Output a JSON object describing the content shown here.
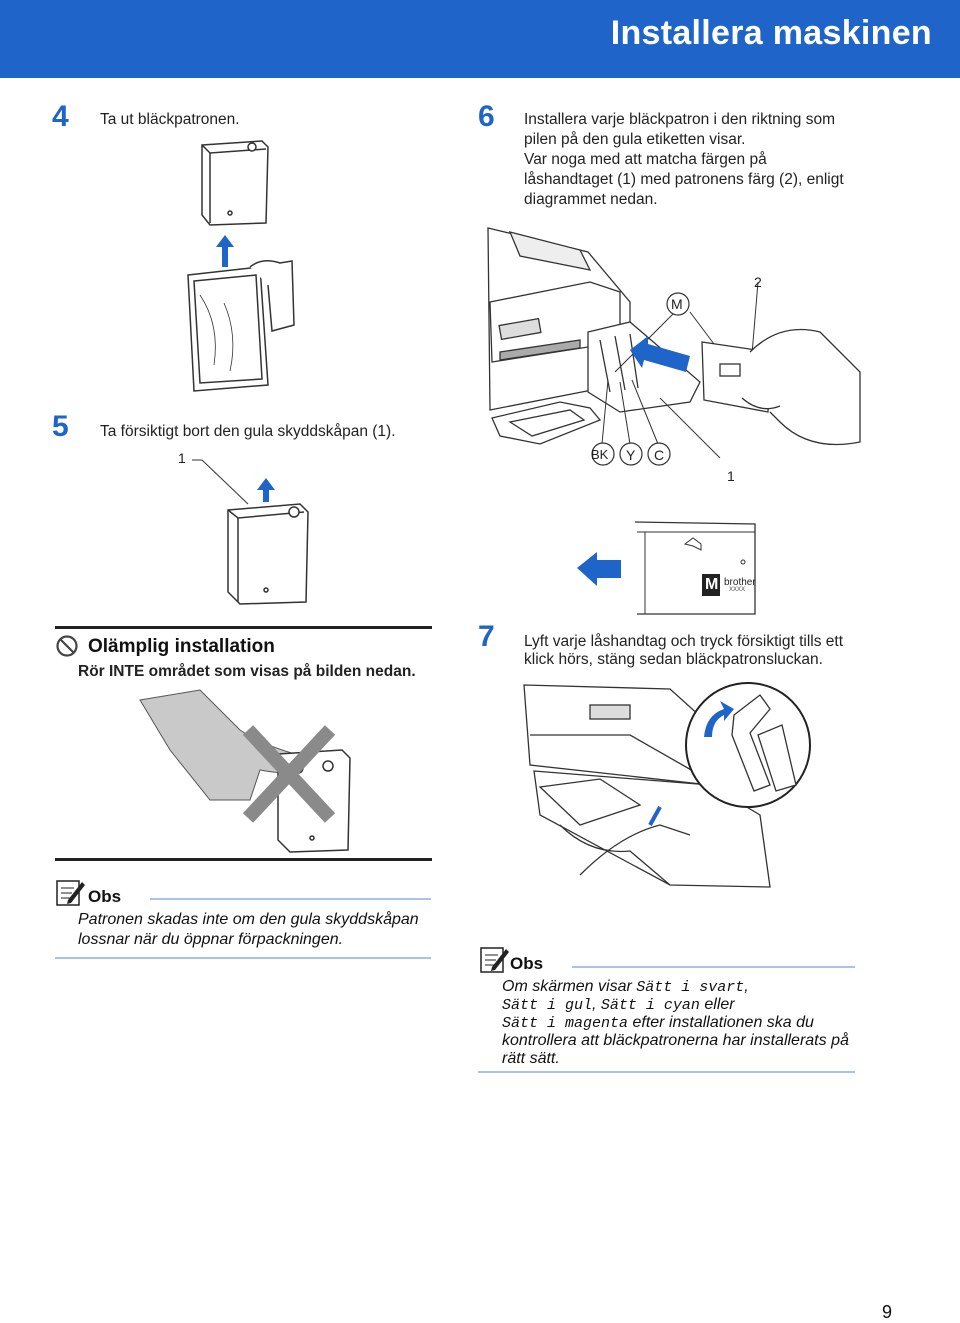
{
  "header": {
    "title": "Installera maskinen"
  },
  "steps": {
    "s4": {
      "number": "4",
      "text": "Ta ut bläckpatronen."
    },
    "s5": {
      "number": "5",
      "text": "Ta försiktigt bort den gula skyddskåpan (1).",
      "callout": "1"
    },
    "s6": {
      "number": "6",
      "lines": [
        "Installera varje bläckpatron i den riktning som",
        "pilen på den gula etiketten visar.",
        "Var noga med att matcha färgen på",
        "låshandtaget (1) med patronens färg (2), enligt",
        "diagrammet nedan."
      ],
      "callouts": {
        "m": "M",
        "two": "2",
        "bk": "BK",
        "y": "Y",
        "c": "C",
        "one": "1"
      },
      "label_brand": "brother",
      "label_letter": "M",
      "label_code": "XXXX"
    },
    "s7": {
      "number": "7",
      "lines": [
        "Lyft varje låshandtag och tryck försiktigt tills ett",
        "klick hörs, stäng sedan bläckpatronsluckan."
      ]
    }
  },
  "warning": {
    "title": "Olämplig installation",
    "body": "Rör INTE området som visas på bilden nedan."
  },
  "note_left": {
    "label": "Obs",
    "lines": [
      "Patronen skadas inte om den gula skyddskåpan",
      "lossnar när du öppnar förpackningen."
    ]
  },
  "note_right": {
    "label": "Obs",
    "intro": "Om skärmen visar ",
    "code1": "Sätt i svart",
    "sep1": ",",
    "code2": "Sätt i gul",
    "sep2": ", ",
    "code3": "Sätt i cyan",
    "mid": " eller",
    "code4": "Sätt i magenta",
    "tail1": " efter installationen ska du",
    "tail2": "kontrollera att bläckpatronerna har installerats på",
    "tail3": "rätt sätt."
  },
  "footer": {
    "page_number": "9"
  },
  "colors": {
    "accent": "#1f64c8",
    "note_rule": "#a9c2ee"
  }
}
